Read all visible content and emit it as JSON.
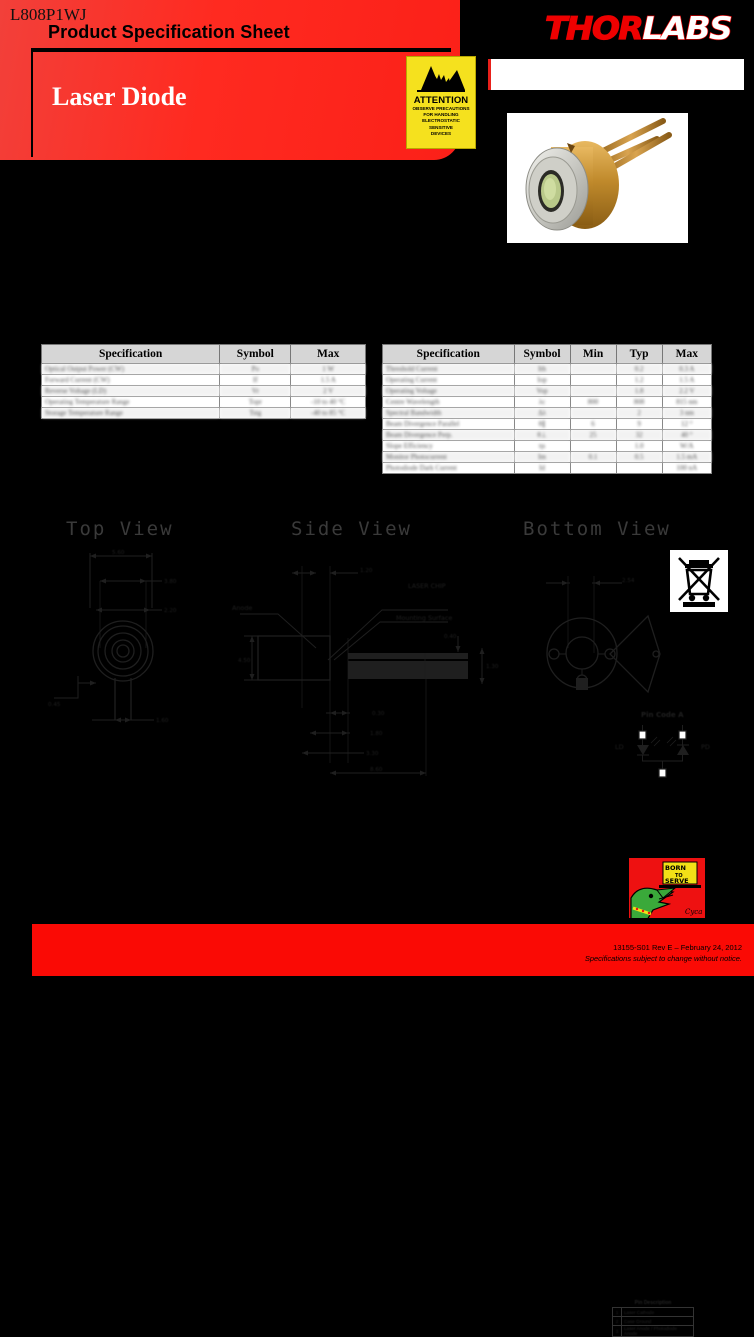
{
  "header": {
    "title": "Product Specification Sheet",
    "product_type": "Laser Diode",
    "part_number": "L808P1WJ",
    "brand_thor": "THOR",
    "brand_labs": "LABS"
  },
  "esd_label": {
    "attention": "ATTENTION",
    "lines": [
      "OBSERVE PRECAUTIONS",
      "FOR HANDLING",
      "ELECTROSTATIC",
      "SENSITIVE",
      "DEVICES"
    ]
  },
  "absolute_max_table": {
    "headers": [
      "Specification",
      "Symbol",
      "Max"
    ],
    "rows": [
      [
        "Optical Output Power (CW)",
        "Po",
        "1 W"
      ],
      [
        "Forward Current (CW)",
        "If",
        "1.5 A"
      ],
      [
        "Reverse Voltage (LD)",
        "Vr",
        "2 V"
      ],
      [
        "Operating Temperature Range",
        "Topr",
        "-10 to 40 °C"
      ],
      [
        "Storage Temperature Range",
        "Tstg",
        "-40 to 85 °C"
      ]
    ]
  },
  "optical_table": {
    "headers": [
      "Specification",
      "Symbol",
      "Min",
      "Typ",
      "Max"
    ],
    "rows": [
      [
        "Threshold Current",
        "Ith",
        "",
        "0.2",
        "0.3 A"
      ],
      [
        "Operating Current",
        "Iop",
        "",
        "1.2",
        "1.5 A"
      ],
      [
        "Operating Voltage",
        "Vop",
        "",
        "1.8",
        "2.2 V"
      ],
      [
        "Centre Wavelength",
        "λc",
        "800",
        "808",
        "815 nm"
      ],
      [
        "Spectral Bandwidth",
        "Δλ",
        "",
        "2",
        "3 nm"
      ],
      [
        "Beam Divergence Parallel",
        "θ∥",
        "6",
        "9",
        "12 °"
      ],
      [
        "Beam Divergence Perp.",
        "θ⊥",
        "25",
        "32",
        "40 °"
      ],
      [
        "Slope Efficiency",
        "ηs",
        "",
        "1.0",
        "W/A"
      ],
      [
        "Monitor Photocurrent",
        "Im",
        "0.1",
        "0.5",
        "1.5 mA"
      ],
      [
        "Photodiode Dark Current",
        "Id",
        "",
        "",
        "100 nA"
      ]
    ]
  },
  "drawings": {
    "top_view_title": "Top View",
    "side_view_title": "Side View",
    "bottom_view_title": "Bottom View",
    "callout_laser_chip": "LASER CHIP",
    "callout_mounting_surface": "Mounting Surface",
    "callout_anode": "Anode",
    "top_dims": [
      "5.60",
      "3.80",
      "2.20",
      "9.00",
      "1.60",
      "0.45"
    ],
    "side_dims": [
      "1.20",
      "1.80",
      "0.30",
      "4.50",
      "1.30",
      "3.30",
      "8.60",
      "0.40"
    ],
    "bottom_dims": [
      "2.54"
    ]
  },
  "pin_code": {
    "title": "Pin Code A",
    "ld_label": "LD",
    "pd_label": "PD",
    "description_caption": "Pin Description",
    "rows": [
      [
        "1",
        "Laser Cathode"
      ],
      [
        "2",
        "Case Ground"
      ],
      [
        "3",
        "Laser Anode / Photodiode Anode"
      ]
    ]
  },
  "footer": {
    "revision": "13155-S01 Rev E – February 24, 2012",
    "notice": "Specifications subject to change without notice."
  },
  "colors": {
    "brand_red": "#fa0a05",
    "header_red": "#ff2a20",
    "esd_yellow": "#f5e11e",
    "drawing_ink": "#1f1f1f"
  }
}
